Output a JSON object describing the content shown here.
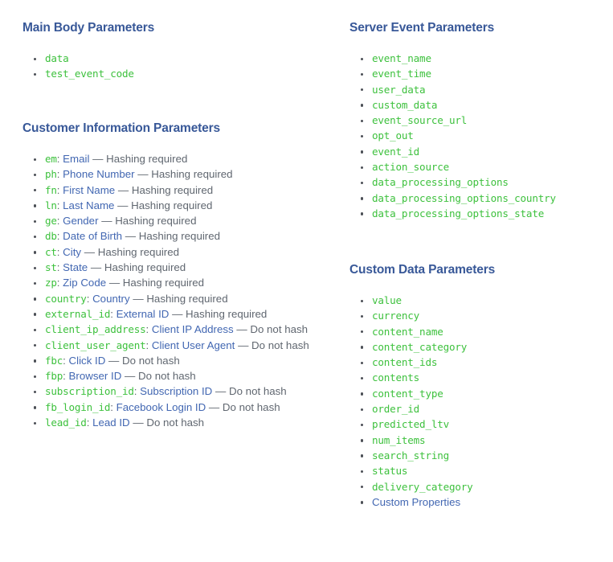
{
  "sections": {
    "main_body": {
      "heading": "Main Body Parameters",
      "items": [
        {
          "code": "data"
        },
        {
          "code": "test_event_code"
        }
      ]
    },
    "customer_information": {
      "heading": "Customer Information Parameters",
      "separator": "—",
      "items": [
        {
          "code": "em",
          "link": "Email",
          "desc": "Hashing required"
        },
        {
          "code": "ph",
          "link": "Phone Number",
          "desc": "Hashing required"
        },
        {
          "code": "fn",
          "link": "First Name",
          "desc": "Hashing required"
        },
        {
          "code": "ln",
          "link": "Last Name",
          "desc": "Hashing required"
        },
        {
          "code": "ge",
          "link": "Gender",
          "desc": "Hashing required"
        },
        {
          "code": "db",
          "link": "Date of Birth",
          "desc": "Hashing required"
        },
        {
          "code": "ct",
          "link": "City",
          "desc": "Hashing required"
        },
        {
          "code": "st",
          "link": "State",
          "desc": "Hashing required"
        },
        {
          "code": "zp",
          "link": "Zip Code",
          "desc": "Hashing required"
        },
        {
          "code": "country",
          "link": "Country",
          "desc": "Hashing required"
        },
        {
          "code": "external_id",
          "link": "External ID",
          "desc": "Hashing required"
        },
        {
          "code": "client_ip_address",
          "link": "Client IP Address",
          "desc": "Do not hash"
        },
        {
          "code": "client_user_agent",
          "link": "Client User Agent",
          "desc": "Do not hash"
        },
        {
          "code": "fbc",
          "link": "Click ID",
          "desc": "Do not hash"
        },
        {
          "code": "fbp",
          "link": "Browser ID",
          "desc": "Do not hash"
        },
        {
          "code": "subscription_id",
          "link": "Subscription ID",
          "desc": "Do not hash"
        },
        {
          "code": "fb_login_id",
          "link": "Facebook Login ID",
          "desc": "Do not hash"
        },
        {
          "code": "lead_id",
          "link": "Lead ID",
          "desc": "Do not hash"
        }
      ]
    },
    "server_event": {
      "heading": "Server Event Parameters",
      "items": [
        {
          "code": "event_name"
        },
        {
          "code": "event_time"
        },
        {
          "code": "user_data"
        },
        {
          "code": "custom_data"
        },
        {
          "code": "event_source_url"
        },
        {
          "code": "opt_out"
        },
        {
          "code": "event_id"
        },
        {
          "code": "action_source"
        },
        {
          "code": "data_processing_options"
        },
        {
          "code": "data_processing_options_country"
        },
        {
          "code": "data_processing_options_state"
        }
      ]
    },
    "custom_data": {
      "heading": "Custom Data Parameters",
      "items": [
        {
          "code": "value"
        },
        {
          "code": "currency"
        },
        {
          "code": "content_name"
        },
        {
          "code": "content_category"
        },
        {
          "code": "content_ids"
        },
        {
          "code": "contents"
        },
        {
          "code": "content_type"
        },
        {
          "code": "order_id"
        },
        {
          "code": "predicted_ltv"
        },
        {
          "code": "num_items"
        },
        {
          "code": "search_string"
        },
        {
          "code": "status"
        },
        {
          "code": "delivery_category"
        },
        {
          "link": "Custom Properties"
        }
      ]
    }
  },
  "colors": {
    "heading": "#385898",
    "code_green": "#3ec13e",
    "link_blue": "#4267b2",
    "text_gray": "#606770",
    "bullet": "#4b4f56",
    "background": "#ffffff"
  }
}
